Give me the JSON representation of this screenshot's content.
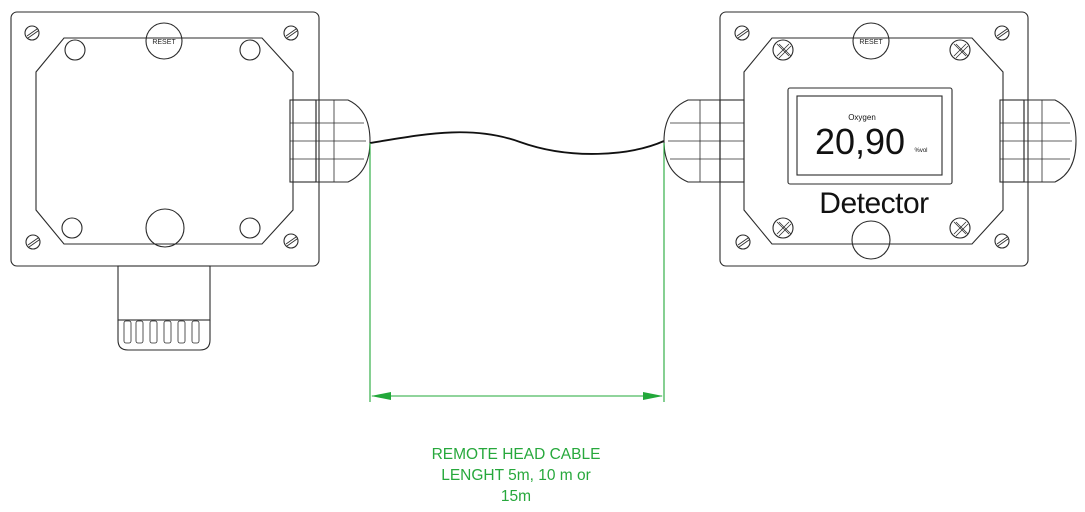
{
  "left_unit": {
    "reset_label": "RESET"
  },
  "right_unit": {
    "reset_label": "RESET",
    "display": {
      "gas_label": "Oxygen",
      "reading": "20,90",
      "unit": "%vol"
    },
    "brand": "Detector"
  },
  "dimension": {
    "caption_lines": [
      "REMOTE HEAD CABLE",
      "LENGHT 5m, 10 m or",
      "15m"
    ]
  },
  "colors": {
    "line": "#2b2b2b",
    "dimension": "#22a83a"
  }
}
